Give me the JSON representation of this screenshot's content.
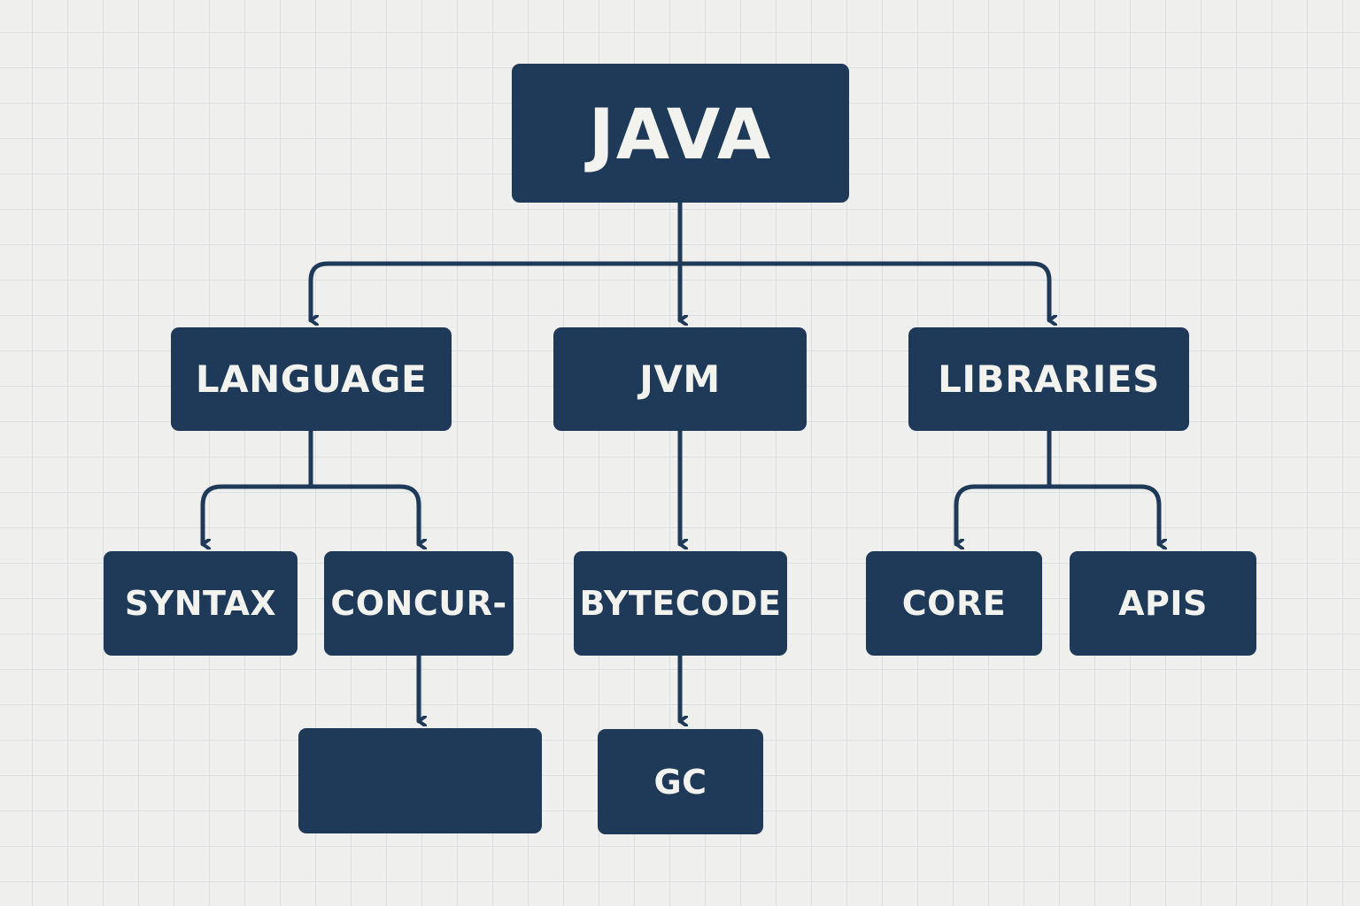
{
  "colors": {
    "background": "#efefed",
    "grid": "#dcdfe2",
    "node_fill": "#1f3a58",
    "node_text": "#f2f2ef",
    "connector": "#1f3a58"
  },
  "root": {
    "label": "JAVA"
  },
  "branches": [
    {
      "label": "LANGUAGE",
      "children": [
        {
          "label": "SYNTAX"
        },
        {
          "label": "CONCUR-",
          "children": [
            {
              "label": ""
            }
          ]
        }
      ]
    },
    {
      "label": "JVM",
      "children": [
        {
          "label": "BYTECODE",
          "children": [
            {
              "label": "GC"
            }
          ]
        }
      ]
    },
    {
      "label": "LIBRARIES",
      "children": [
        {
          "label": "CORE"
        },
        {
          "label": "APIS"
        }
      ]
    }
  ]
}
